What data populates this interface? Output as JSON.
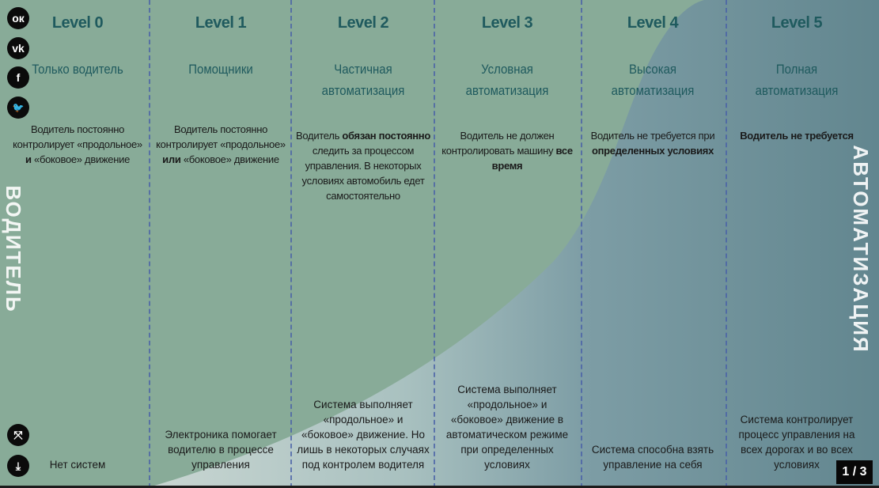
{
  "levels": [
    {
      "level": "Level 0",
      "name": "Только водитель",
      "desc_parts": [
        "Водитель постоянно контролирует «продольное» ",
        "и",
        " «боковое» движение"
      ],
      "system": "Нет систем"
    },
    {
      "level": "Level 1",
      "name": "Помощники",
      "desc_parts": [
        "Водитель постоянно контролирует «продольное» ",
        "или",
        " «боковое» движение"
      ],
      "system": "Электроника помогает водителю в процессе управления"
    },
    {
      "level": "Level 2",
      "name": "Частичная автоматизация",
      "desc_parts": [
        "Водитель ",
        "обязан постоянно",
        " следить за процессом управления. В некоторых условиях автомобиль едет самостоятельно"
      ],
      "system": "Система выполняет «продольное» и «боковое» движение. Но лишь в некоторых случаях под контролем водителя"
    },
    {
      "level": "Level 3",
      "name": "Условная автоматизация",
      "desc_parts": [
        "Водитель не должен контролировать машину ",
        "все время",
        ""
      ],
      "system": "Система выполняет «продольное» и «боковое» движение в автоматическом режиме при определенных условиях"
    },
    {
      "level": "Level 4",
      "name": "Высокая автоматизация",
      "desc_parts": [
        "Водитель не требуется при ",
        "определенных условиях",
        ""
      ],
      "system": "Система способна взять управление на себя"
    },
    {
      "level": "Level 5",
      "name": "Полная автоматизация",
      "desc_parts": [
        "",
        "Водитель не требуется",
        ""
      ],
      "system": "Система контролирует процесс управления на всех дорогах и во всех условиях"
    }
  ],
  "side_left": "ВОДИТЕЛЬ",
  "side_right": "АВТОМАТИЗАЦИЯ",
  "social": [
    {
      "icon": "odnoklassniki-icon",
      "glyph": "ок"
    },
    {
      "icon": "vk-icon",
      "glyph": "vk"
    },
    {
      "icon": "facebook-icon",
      "glyph": "f"
    },
    {
      "icon": "twitter-icon",
      "glyph": "🐦"
    }
  ],
  "controls": {
    "fullscreen_glyph": "⤧",
    "download_glyph": "⤓"
  },
  "pager": "1 / 3",
  "colors": {
    "bg": "#88ab98",
    "automation": "#6a8e99",
    "title": "#1f5a5e"
  }
}
